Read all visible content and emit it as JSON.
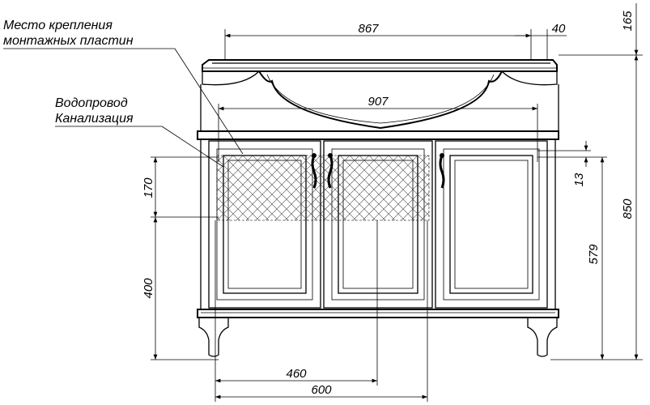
{
  "labels": {
    "mount_plates_line1": "Место крепления",
    "mount_plates_line2": "монтажных пластин",
    "water_supply": "Водопровод",
    "sewage": "Канализация"
  },
  "dimensions": {
    "width_top": "867",
    "offset_right": "40",
    "height_top_gap": "165",
    "inner_width": "907",
    "mesh_height": "170",
    "small_offset": "13",
    "total_height": "850",
    "floor_to_pipes": "400",
    "cabinet_height": "579",
    "pipe_offset_460": "460",
    "pipe_offset_600": "600"
  }
}
